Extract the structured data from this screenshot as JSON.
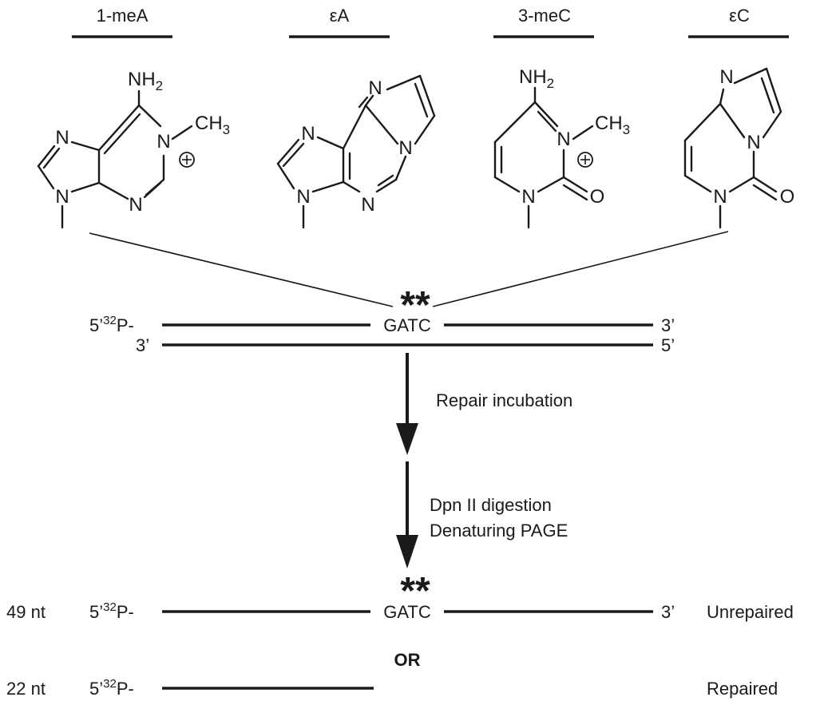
{
  "bases": [
    {
      "label": "1-meA",
      "substituents": {
        "amino": "NH",
        "amino_sub": "2",
        "methyl": "CH",
        "methyl_sub": "3",
        "n1": "N",
        "n3": "N",
        "n7": "N",
        "n9": "N"
      }
    },
    {
      "label": "εA",
      "atoms": {
        "n_top": "N",
        "n_bridge": "N",
        "n_left": "N",
        "n_bottom_left": "N",
        "n_bottom": "N"
      }
    },
    {
      "label": "3-meC",
      "substituents": {
        "amino": "NH",
        "amino_sub": "2",
        "methyl": "CH",
        "methyl_sub": "3",
        "n3": "N",
        "n1": "N",
        "oxo": "O"
      }
    },
    {
      "label": "εC",
      "atoms": {
        "n_top": "N",
        "n_bridge": "N",
        "n_bottom": "N",
        "oxo": "O"
      }
    }
  ],
  "substrate": {
    "top_left": "5’",
    "top_iso": "32",
    "top_p": "P-",
    "site": "GATC",
    "top_right": "3’",
    "bottom_left": "3’",
    "bottom_right": "5’",
    "lesion_marks": "**"
  },
  "steps": [
    {
      "lines": [
        "Repair incubation"
      ]
    },
    {
      "lines": [
        "Dpn II digestion",
        "Denaturing PAGE"
      ]
    }
  ],
  "products": {
    "unrepaired": {
      "size": "49 nt",
      "left": "5’",
      "iso": "32",
      "p": "P-",
      "site": "GATC",
      "right": "3’",
      "label": "Unrepaired",
      "lesion_marks": "**"
    },
    "or": "OR",
    "repaired": {
      "size": "22 nt",
      "left": "5’",
      "iso": "32",
      "p": "P-",
      "label": "Repaired"
    }
  }
}
